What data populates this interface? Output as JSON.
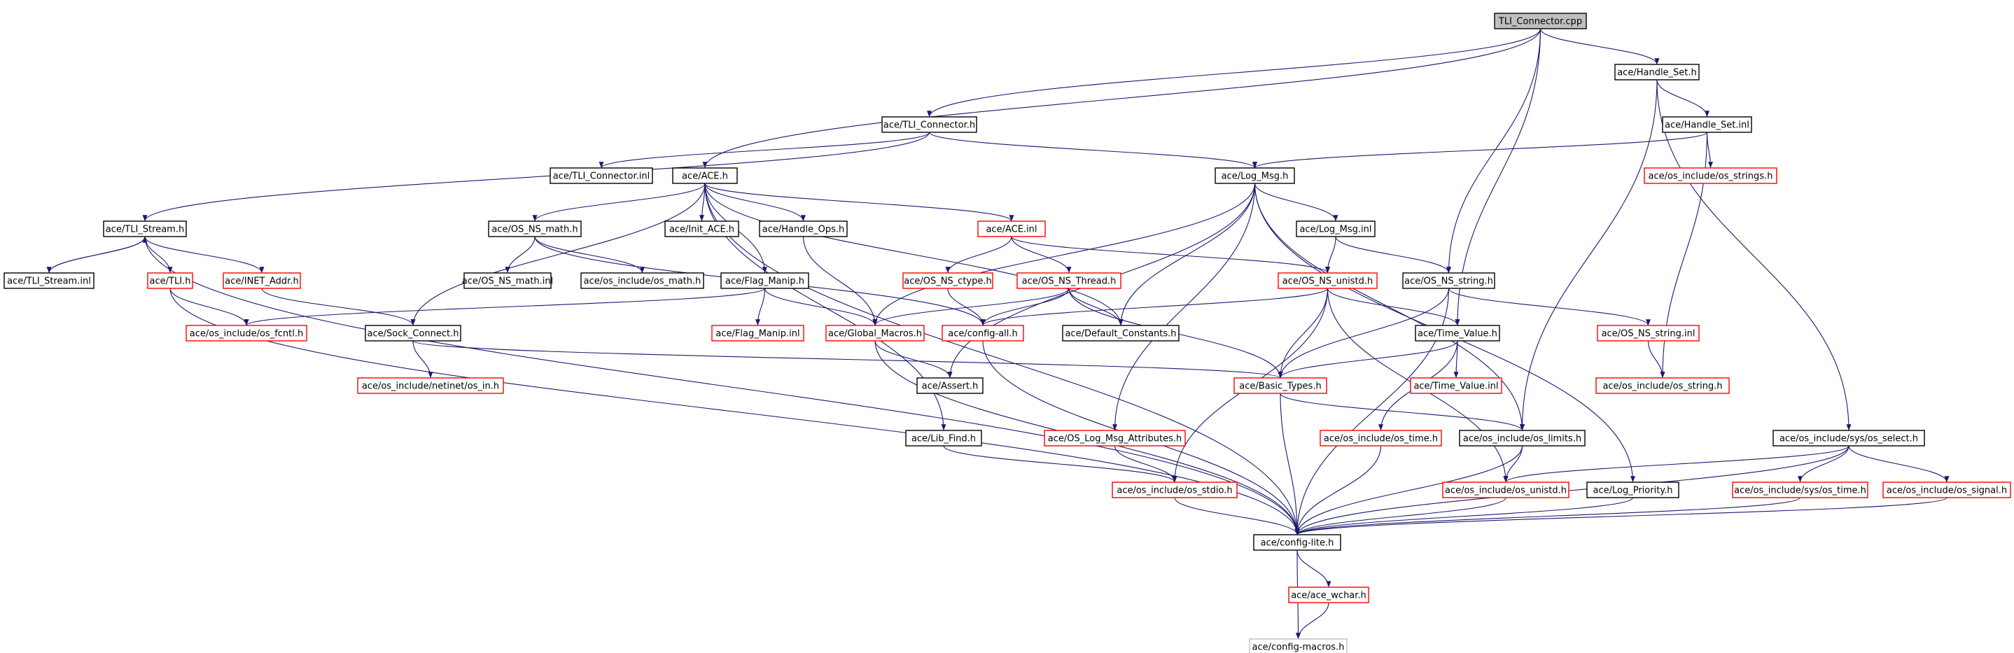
{
  "colors": {
    "edge": "#191970",
    "node_fill": "#ffffff",
    "root_fill": "#bfbfbf",
    "border_black": "#000000",
    "border_red": "#ff0000",
    "border_grey": "#bfbfbf"
  },
  "nodes": [
    {
      "id": "root",
      "label": "TLI_Connector.cpp",
      "style": "root"
    },
    {
      "id": "tlic_h",
      "label": "ace/TLI_Connector.h",
      "style": "black"
    },
    {
      "id": "hs_h",
      "label": "ace/Handle_Set.h",
      "style": "black"
    },
    {
      "id": "tlic_inl",
      "label": "ace/TLI_Connector.inl",
      "style": "black"
    },
    {
      "id": "ace_h",
      "label": "ace/ACE.h",
      "style": "black"
    },
    {
      "id": "logmsg_h",
      "label": "ace/Log_Msg.h",
      "style": "black"
    },
    {
      "id": "hs_inl",
      "label": "ace/Handle_Set.inl",
      "style": "black"
    },
    {
      "id": "os_strings_h",
      "label": "ace/os_include/os_strings.h",
      "style": "red"
    },
    {
      "id": "tlis_h",
      "label": "ace/TLI_Stream.h",
      "style": "black"
    },
    {
      "id": "tlis_inl",
      "label": "ace/TLI_Stream.inl",
      "style": "black"
    },
    {
      "id": "tli_h",
      "label": "ace/TLI.h",
      "style": "red"
    },
    {
      "id": "inet_h",
      "label": "ace/INET_Addr.h",
      "style": "red"
    },
    {
      "id": "osnsmath_h",
      "label": "ace/OS_NS_math.h",
      "style": "black"
    },
    {
      "id": "osnsmath_inl",
      "label": "ace/OS_NS_math.inl",
      "style": "black"
    },
    {
      "id": "osmath_h",
      "label": "ace/os_include/os_math.h",
      "style": "black"
    },
    {
      "id": "initace_h",
      "label": "ace/Init_ACE.h",
      "style": "black"
    },
    {
      "id": "handleops_h",
      "label": "ace/Handle_Ops.h",
      "style": "black"
    },
    {
      "id": "ace_inl",
      "label": "ace/ACE.inl",
      "style": "red"
    },
    {
      "id": "logmsg_inl",
      "label": "ace/Log_Msg.inl",
      "style": "black"
    },
    {
      "id": "flagmanip_h",
      "label": "ace/Flag_Manip.h",
      "style": "black"
    },
    {
      "id": "osnsctype_h",
      "label": "ace/OS_NS_ctype.h",
      "style": "red"
    },
    {
      "id": "osnsthread_h",
      "label": "ace/OS_NS_Thread.h",
      "style": "red"
    },
    {
      "id": "osnsunistd_h",
      "label": "ace/OS_NS_unistd.h",
      "style": "red"
    },
    {
      "id": "osnsstring_h",
      "label": "ace/OS_NS_string.h",
      "style": "black"
    },
    {
      "id": "osfcntl_h",
      "label": "ace/os_include/os_fcntl.h",
      "style": "red"
    },
    {
      "id": "sockconnect_h",
      "label": "ace/Sock_Connect.h",
      "style": "black"
    },
    {
      "id": "flagmanip_inl",
      "label": "ace/Flag_Manip.inl",
      "style": "red"
    },
    {
      "id": "globalmacros_h",
      "label": "ace/Global_Macros.h",
      "style": "red"
    },
    {
      "id": "configall_h",
      "label": "ace/config-all.h",
      "style": "red"
    },
    {
      "id": "defconst_h",
      "label": "ace/Default_Constants.h",
      "style": "black"
    },
    {
      "id": "timevalue_h",
      "label": "ace/Time_Value.h",
      "style": "black"
    },
    {
      "id": "osnsstring_inl",
      "label": "ace/OS_NS_string.inl",
      "style": "red"
    },
    {
      "id": "osin_h",
      "label": "ace/os_include/netinet/os_in.h",
      "style": "red"
    },
    {
      "id": "assert_h",
      "label": "ace/Assert.h",
      "style": "black"
    },
    {
      "id": "basictypes_h",
      "label": "ace/Basic_Types.h",
      "style": "red"
    },
    {
      "id": "timevalue_inl",
      "label": "ace/Time_Value.inl",
      "style": "red"
    },
    {
      "id": "osstring_h",
      "label": "ace/os_include/os_string.h",
      "style": "red"
    },
    {
      "id": "libfind_h",
      "label": "ace/Lib_Find.h",
      "style": "black"
    },
    {
      "id": "oslogattr_h",
      "label": "ace/OS_Log_Msg_Attributes.h",
      "style": "red"
    },
    {
      "id": "ostime_h",
      "label": "ace/os_include/os_time.h",
      "style": "red"
    },
    {
      "id": "oslimits_h",
      "label": "ace/os_include/os_limits.h",
      "style": "black"
    },
    {
      "id": "osselect_h",
      "label": "ace/os_include/sys/os_select.h",
      "style": "black"
    },
    {
      "id": "osstdio_h",
      "label": "ace/os_include/os_stdio.h",
      "style": "red"
    },
    {
      "id": "osunistd_h",
      "label": "ace/os_include/os_unistd.h",
      "style": "red"
    },
    {
      "id": "logpriority_h",
      "label": "ace/Log_Priority.h",
      "style": "black"
    },
    {
      "id": "ossystime_h",
      "label": "ace/os_include/sys/os_time.h",
      "style": "red"
    },
    {
      "id": "ossignal_h",
      "label": "ace/os_include/os_signal.h",
      "style": "red"
    },
    {
      "id": "configlite_h",
      "label": "ace/config-lite.h",
      "style": "black"
    },
    {
      "id": "acewchar_h",
      "label": "ace/ace_wchar.h",
      "style": "red"
    },
    {
      "id": "configmacros_h",
      "label": "ace/config-macros.h",
      "style": "grey"
    }
  ],
  "edges": [
    [
      "root",
      "tlic_h"
    ],
    [
      "root",
      "hs_h"
    ],
    [
      "root",
      "ace_h"
    ],
    [
      "root",
      "osnsstring_h"
    ],
    [
      "root",
      "timevalue_h"
    ],
    [
      "tlic_h",
      "tlic_inl"
    ],
    [
      "tlic_h",
      "logmsg_h"
    ],
    [
      "tlic_h",
      "tlis_h"
    ],
    [
      "hs_h",
      "hs_inl"
    ],
    [
      "hs_h",
      "oslimits_h"
    ],
    [
      "hs_h",
      "osselect_h"
    ],
    [
      "hs_inl",
      "logmsg_h"
    ],
    [
      "hs_inl",
      "os_strings_h"
    ],
    [
      "hs_inl",
      "osstring_h"
    ],
    [
      "ace_h",
      "osnsmath_h"
    ],
    [
      "ace_h",
      "initace_h"
    ],
    [
      "ace_h",
      "handleops_h"
    ],
    [
      "ace_h",
      "ace_inl"
    ],
    [
      "ace_h",
      "flagmanip_h"
    ],
    [
      "ace_h",
      "sockconnect_h"
    ],
    [
      "ace_h",
      "defconst_h"
    ],
    [
      "ace_h",
      "libfind_h"
    ],
    [
      "ace_h",
      "configlite_h"
    ],
    [
      "logmsg_h",
      "logmsg_inl"
    ],
    [
      "logmsg_h",
      "globalmacros_h"
    ],
    [
      "logmsg_h",
      "defconst_h"
    ],
    [
      "logmsg_h",
      "assert_h"
    ],
    [
      "logmsg_h",
      "oslogattr_h"
    ],
    [
      "logmsg_h",
      "oslimits_h"
    ],
    [
      "logmsg_h",
      "logpriority_h"
    ],
    [
      "tlis_h",
      "tlis_inl"
    ],
    [
      "tlis_inl",
      "tlis_h"
    ],
    [
      "tlis_h",
      "tli_h"
    ],
    [
      "tlis_h",
      "inet_h"
    ],
    [
      "tlis_h",
      "configlite_h"
    ],
    [
      "tli_h",
      "osfcntl_h"
    ],
    [
      "tli_h",
      "configlite_h"
    ],
    [
      "inet_h",
      "sockconnect_h"
    ],
    [
      "osnsmath_h",
      "osnsmath_inl"
    ],
    [
      "osnsmath_h",
      "osmath_h"
    ],
    [
      "osnsmath_h",
      "configall_h"
    ],
    [
      "handleops_h",
      "globalmacros_h"
    ],
    [
      "ace_inl",
      "osnsctype_h"
    ],
    [
      "ace_inl",
      "osnsthread_h"
    ],
    [
      "ace_inl",
      "osnsunistd_h"
    ],
    [
      "logmsg_inl",
      "osnsunistd_h"
    ],
    [
      "logmsg_inl",
      "osnsstring_h"
    ],
    [
      "flagmanip_h",
      "flagmanip_inl"
    ],
    [
      "flagmanip_h",
      "globalmacros_h"
    ],
    [
      "flagmanip_h",
      "osfcntl_h"
    ],
    [
      "osnsctype_h",
      "configall_h"
    ],
    [
      "osnsthread_h",
      "globalmacros_h"
    ],
    [
      "osnsthread_h",
      "configall_h"
    ],
    [
      "osnsthread_h",
      "defconst_h"
    ],
    [
      "osnsthread_h",
      "basictypes_h"
    ],
    [
      "osnsunistd_h",
      "configall_h"
    ],
    [
      "osnsunistd_h",
      "timevalue_h"
    ],
    [
      "osnsunistd_h",
      "basictypes_h"
    ],
    [
      "osnsunistd_h",
      "osstdio_h"
    ],
    [
      "osnsunistd_h",
      "osunistd_h"
    ],
    [
      "osnsstring_h",
      "osnsstring_inl"
    ],
    [
      "osnsstring_h",
      "basictypes_h"
    ],
    [
      "osnsstring_h",
      "configlite_h"
    ],
    [
      "sockconnect_h",
      "osin_h"
    ],
    [
      "sockconnect_h",
      "basictypes_h"
    ],
    [
      "globalmacros_h",
      "assert_h"
    ],
    [
      "globalmacros_h",
      "configlite_h"
    ],
    [
      "configall_h",
      "configlite_h"
    ],
    [
      "timevalue_h",
      "timevalue_inl"
    ],
    [
      "timevalue_h",
      "basictypes_h"
    ],
    [
      "timevalue_h",
      "ostime_h"
    ],
    [
      "osnsstring_inl",
      "osstring_h"
    ],
    [
      "basictypes_h",
      "oslimits_h"
    ],
    [
      "basictypes_h",
      "configlite_h"
    ],
    [
      "libfind_h",
      "osstdio_h"
    ],
    [
      "oslogattr_h",
      "osstdio_h"
    ],
    [
      "ostime_h",
      "configlite_h"
    ],
    [
      "oslimits_h",
      "osunistd_h"
    ],
    [
      "oslimits_h",
      "configlite_h"
    ],
    [
      "osselect_h",
      "osunistd_h"
    ],
    [
      "osselect_h",
      "ossystime_h"
    ],
    [
      "osselect_h",
      "ossignal_h"
    ],
    [
      "osselect_h",
      "configlite_h"
    ],
    [
      "osstdio_h",
      "configlite_h"
    ],
    [
      "osunistd_h",
      "configlite_h"
    ],
    [
      "logpriority_h",
      "configlite_h"
    ],
    [
      "ossystime_h",
      "configlite_h"
    ],
    [
      "ossignal_h",
      "configlite_h"
    ],
    [
      "configlite_h",
      "acewchar_h"
    ],
    [
      "configlite_h",
      "configmacros_h"
    ],
    [
      "acewchar_h",
      "configmacros_h"
    ]
  ]
}
